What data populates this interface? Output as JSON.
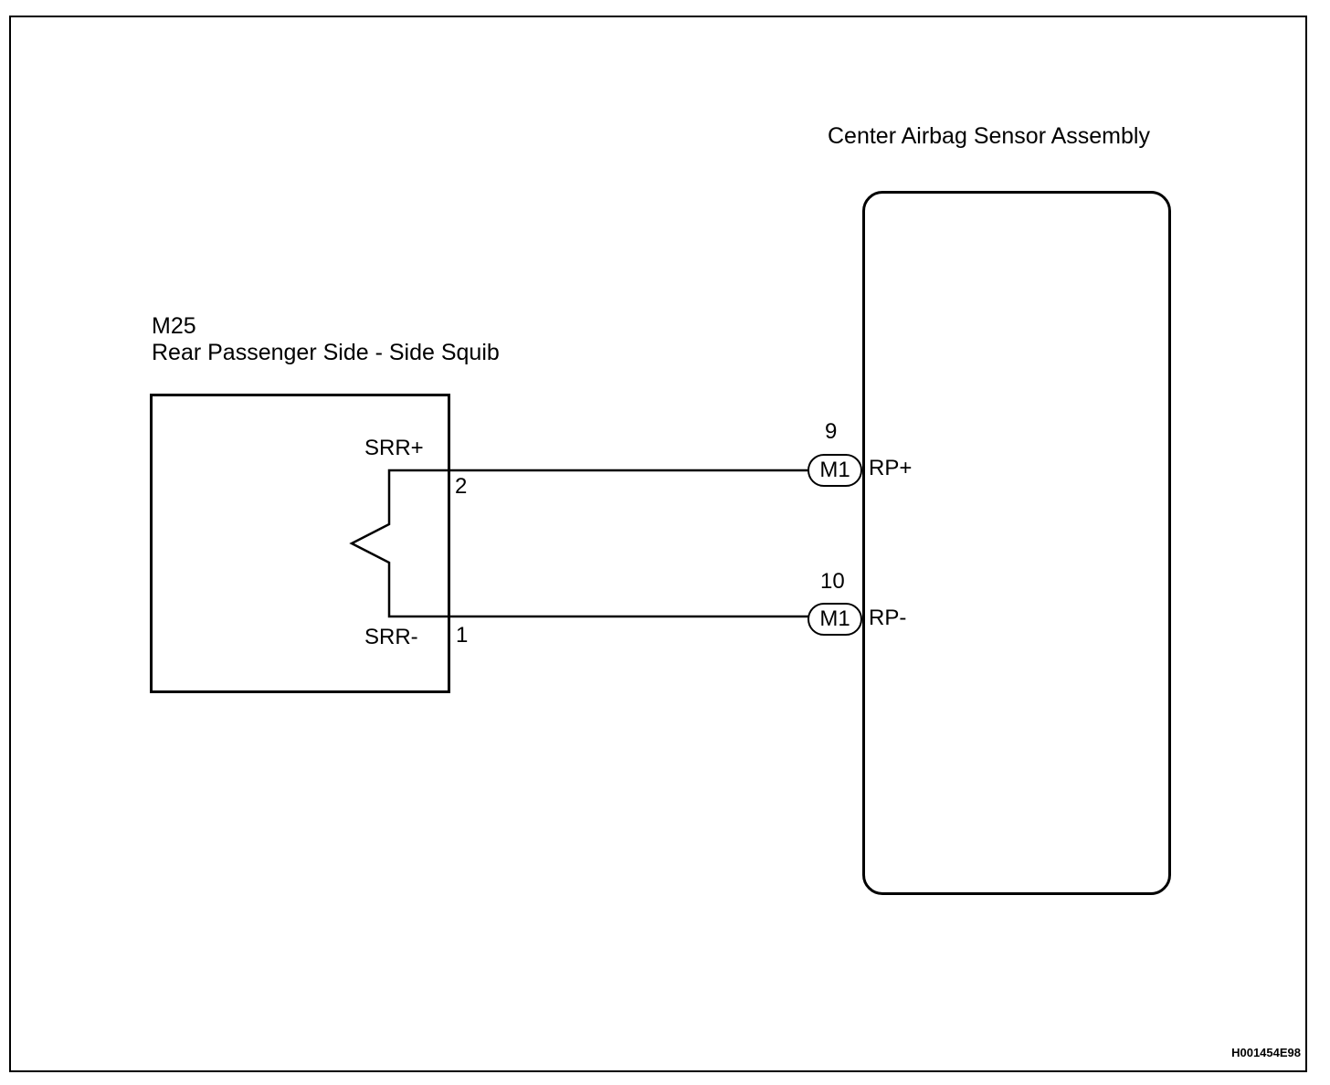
{
  "ecu": {
    "title": "Center Airbag Sensor Assembly"
  },
  "squib": {
    "connector_id": "M25",
    "title": "Rear Passenger Side - Side Squib",
    "terminals": [
      {
        "name": "SRR+",
        "pin": "2"
      },
      {
        "name": "SRR-",
        "pin": "1"
      }
    ]
  },
  "ecu_terminals": [
    {
      "pin": "9",
      "connector": "M1",
      "name": "RP+"
    },
    {
      "pin": "10",
      "connector": "M1",
      "name": "RP-"
    }
  ],
  "figure_code": "H001454E98"
}
